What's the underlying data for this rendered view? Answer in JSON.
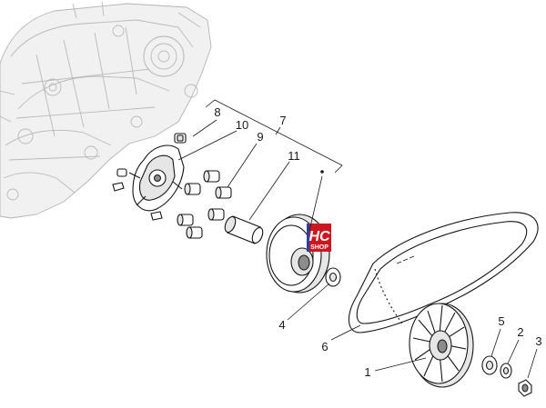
{
  "callouts": [
    {
      "label": "1"
    },
    {
      "label": "2"
    },
    {
      "label": "3"
    },
    {
      "label": "4"
    },
    {
      "label": "5"
    },
    {
      "label": "6"
    },
    {
      "label": "7"
    },
    {
      "label": "8"
    },
    {
      "label": "9"
    },
    {
      "label": "10"
    },
    {
      "label": "11"
    }
  ],
  "badge": {
    "line1": "HC",
    "line2": "SHOP",
    "colors": {
      "background": "#cc1620",
      "text": "#ffffff",
      "stripe": "#2c3e9e"
    }
  }
}
